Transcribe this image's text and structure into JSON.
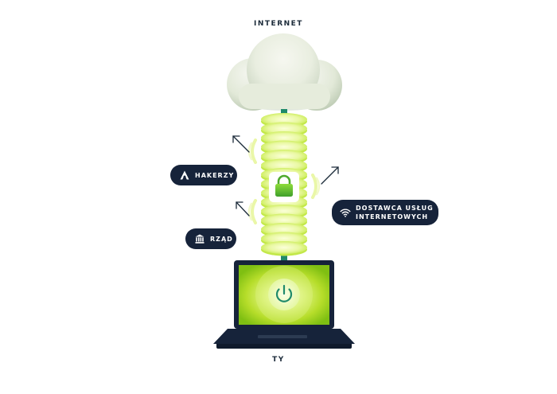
{
  "diagram": {
    "top_label": "INTERNET",
    "bottom_label": "TY",
    "threats": [
      {
        "label": "HAKERZY",
        "icon": "hacker-icon"
      },
      {
        "label": "RZĄD",
        "icon": "government-building-icon"
      }
    ],
    "isp": {
      "line1": "DOSTAWCA USŁUG",
      "line2": "INTERNETOWYCH",
      "icon": "wifi-icon"
    },
    "center_icon": "lock-icon",
    "laptop_icon": "power-icon"
  },
  "colors": {
    "dark_navy": "#16233a",
    "tunnel_green": "#e6f79a",
    "accent_green": "#7fcf1e",
    "pipe_teal": "#1f8a6a",
    "cloud_light": "#eef1e6",
    "cloud_shadow": "#c9d4c0"
  }
}
